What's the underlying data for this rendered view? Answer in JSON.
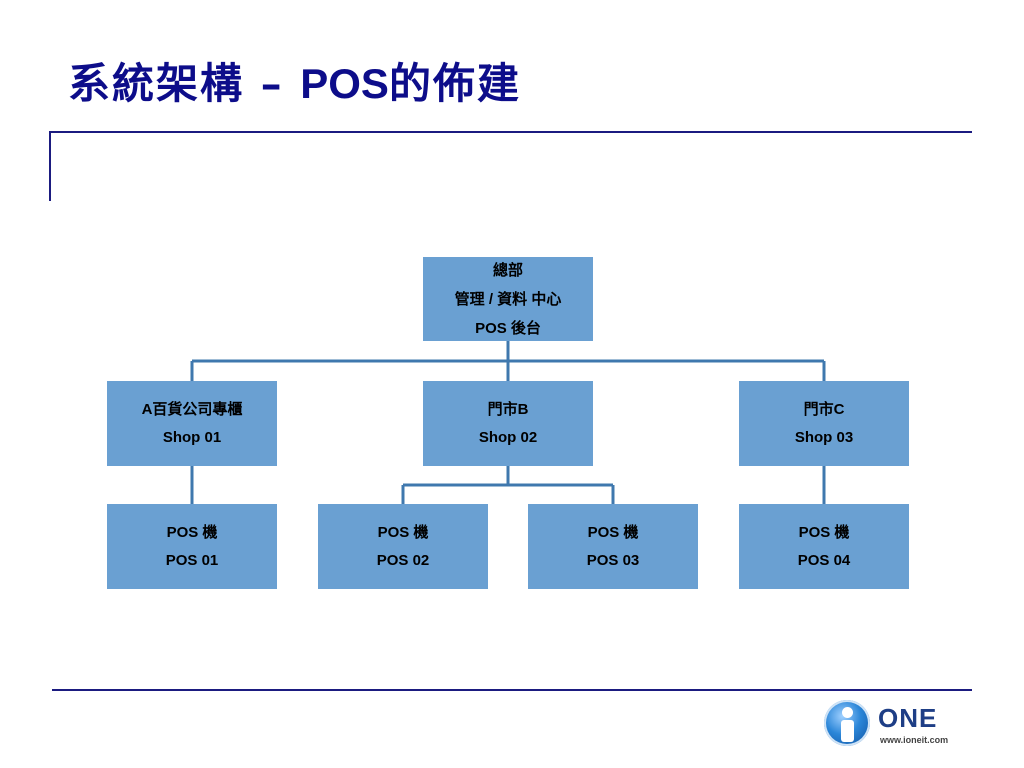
{
  "slide": {
    "title_prefix": "系統架構 – ",
    "title_latin": "POS",
    "title_suffix": "的佈建"
  },
  "org_chart": {
    "root": {
      "lines": [
        "總部",
        "管理 / 資料 中心",
        "POS 後台"
      ]
    },
    "shops": [
      {
        "lines": [
          "A百貨公司專櫃",
          "Shop 01"
        ]
      },
      {
        "lines": [
          "門市B",
          "Shop 02"
        ]
      },
      {
        "lines": [
          "門市C",
          "Shop 03"
        ]
      }
    ],
    "pos": [
      {
        "lines": [
          "POS 機",
          "POS 01"
        ]
      },
      {
        "lines": [
          "POS 機",
          "POS 02"
        ]
      },
      {
        "lines": [
          "POS 機",
          "POS 03"
        ]
      },
      {
        "lines": [
          "POS 機",
          "POS 04"
        ]
      }
    ],
    "colors": {
      "box_fill": "#6aa0d2",
      "connector": "#3f78ae",
      "title": "#0d0d8a",
      "rule": "#1b1b80"
    }
  },
  "logo": {
    "word": "ONE",
    "url": "www.ioneit.com"
  }
}
